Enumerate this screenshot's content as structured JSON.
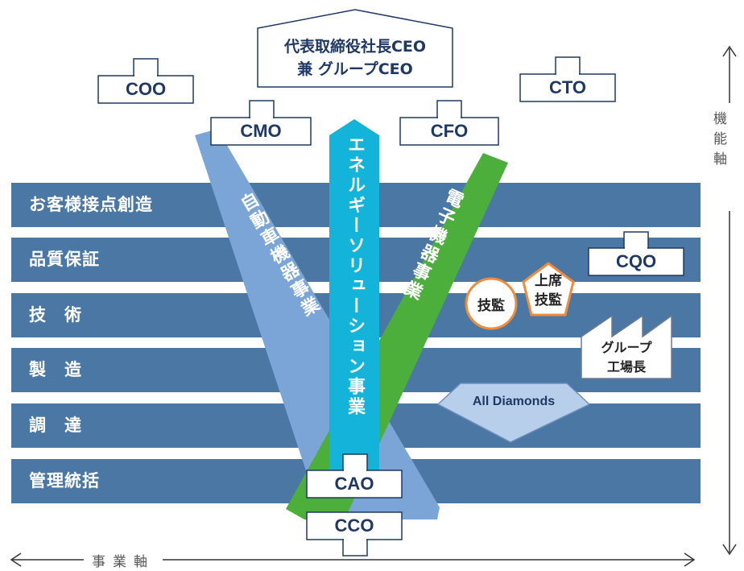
{
  "functional_rows": [
    "お客様接点創造",
    "品質保証",
    "技　術",
    "製　造",
    "調　達",
    "管理統括"
  ],
  "ceo": {
    "line1": "代表取締役社長CEO",
    "line2": "兼 グループCEO"
  },
  "roles": {
    "coo": "COO",
    "cto": "CTO",
    "cmo": "CMO",
    "cfo": "CFO",
    "cqo": "CQO",
    "cao": "CAO",
    "cco": "CCO"
  },
  "businesses": {
    "automotive": "自動車機器事業",
    "energy": "エネルギーソリューション事業",
    "electronics": "電子機器事業"
  },
  "experts": {
    "gikan": "技監",
    "jouseki_line1": "上席",
    "jouseki_line2": "技監"
  },
  "factory": {
    "line1": "グループ",
    "line2": "工場長"
  },
  "all_diamonds": "All Diamonds",
  "axes": {
    "vertical": "機能軸",
    "horizontal": "事業軸"
  },
  "colors": {
    "band": "#4a77a3",
    "automotive": "#7aa5d6",
    "energy": "#14b3d9",
    "electronics": "#4caf3c",
    "navy": "#1f3864",
    "orange": "#f08a3c"
  }
}
